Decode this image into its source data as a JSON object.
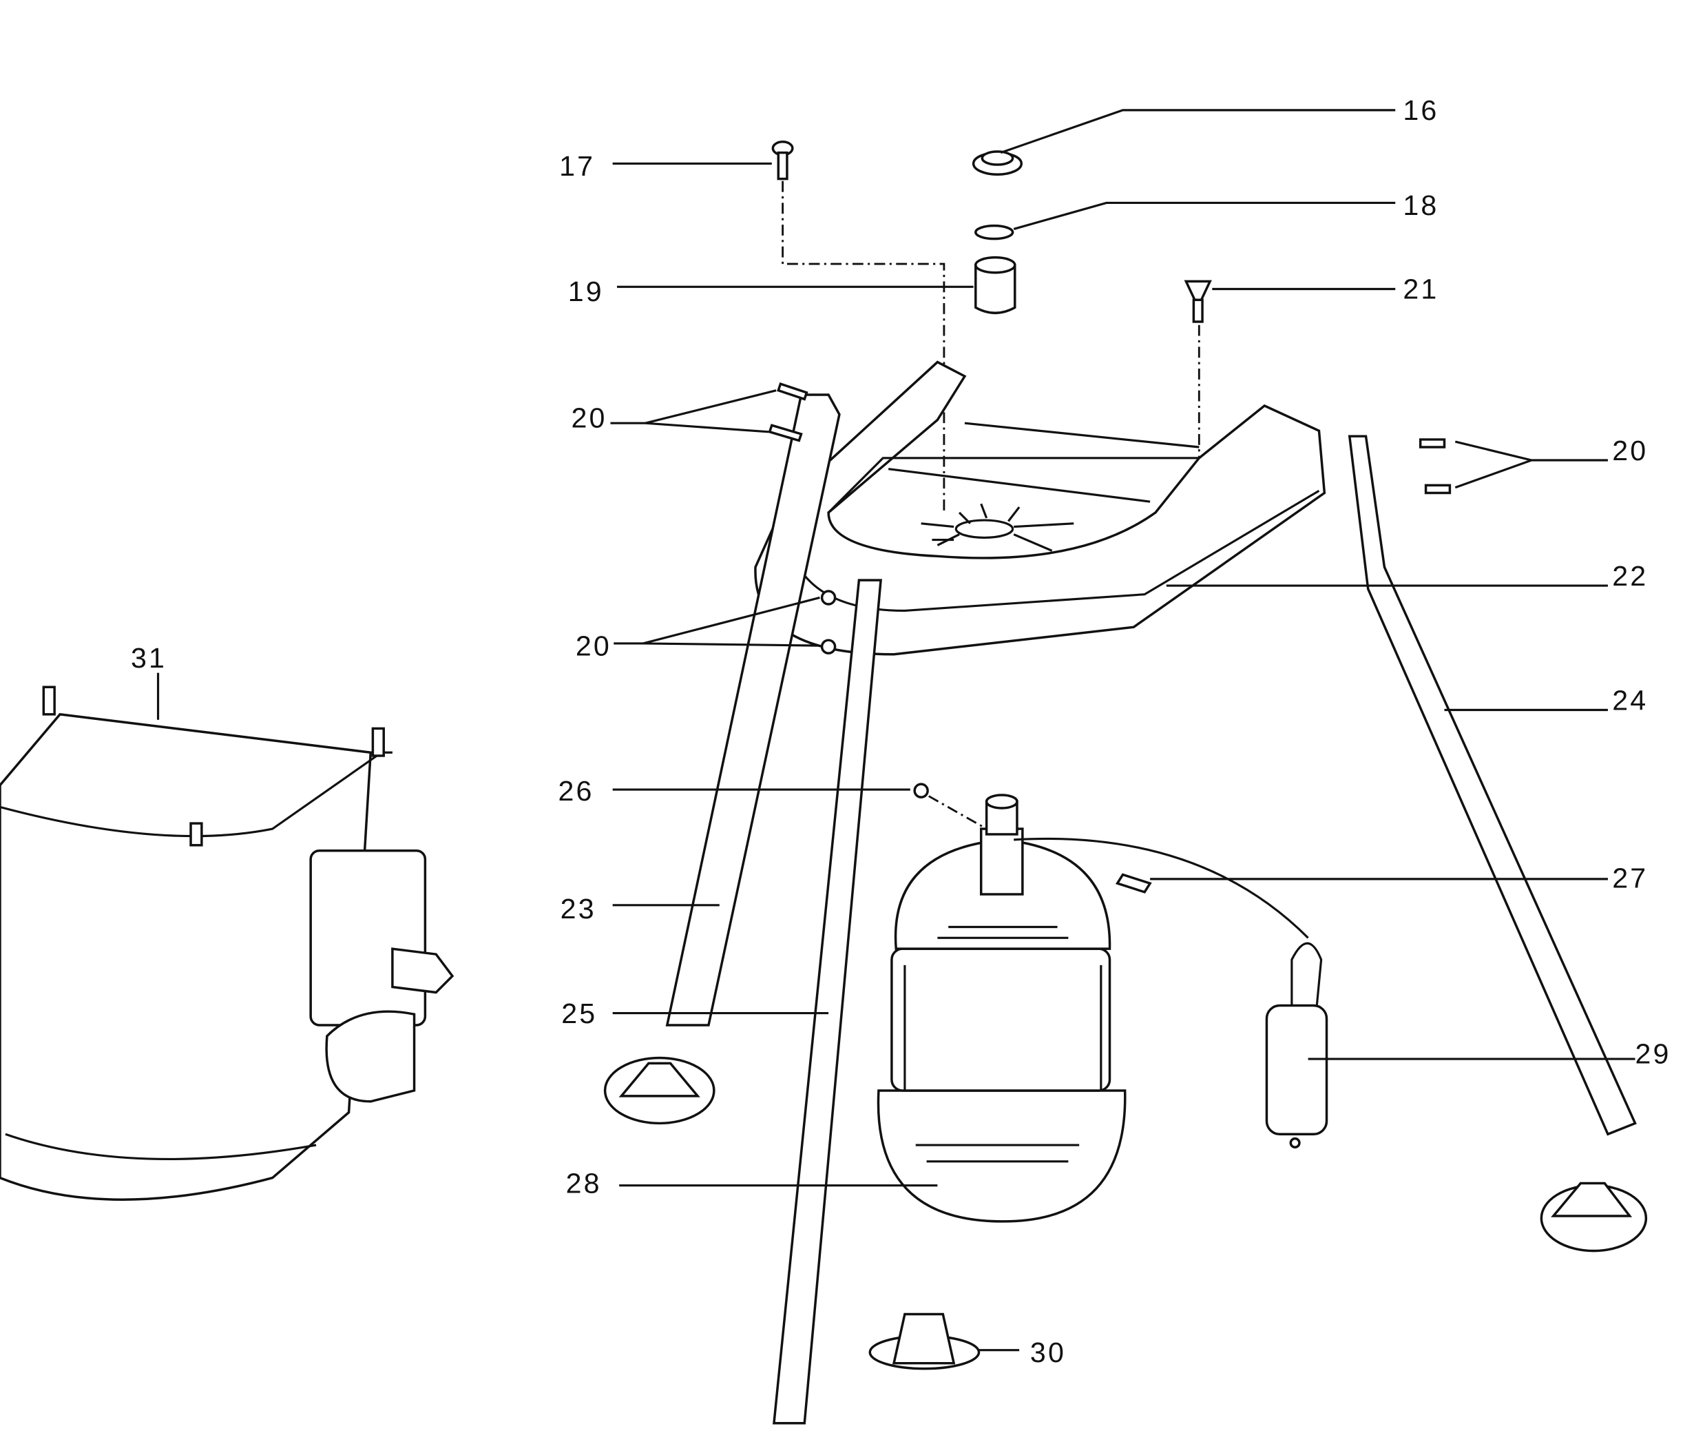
{
  "diagram": {
    "type": "exploded-parts-diagram",
    "callouts": {
      "p16": "16",
      "p17": "17",
      "p18": "18",
      "p19": "19",
      "p20a": "20",
      "p20b": "20",
      "p20c": "20",
      "p21": "21",
      "p22": "22",
      "p23": "23",
      "p24": "24",
      "p25": "25",
      "p26": "26",
      "p27": "27",
      "p28": "28",
      "p29": "29",
      "p30": "30",
      "p31": "31"
    }
  }
}
